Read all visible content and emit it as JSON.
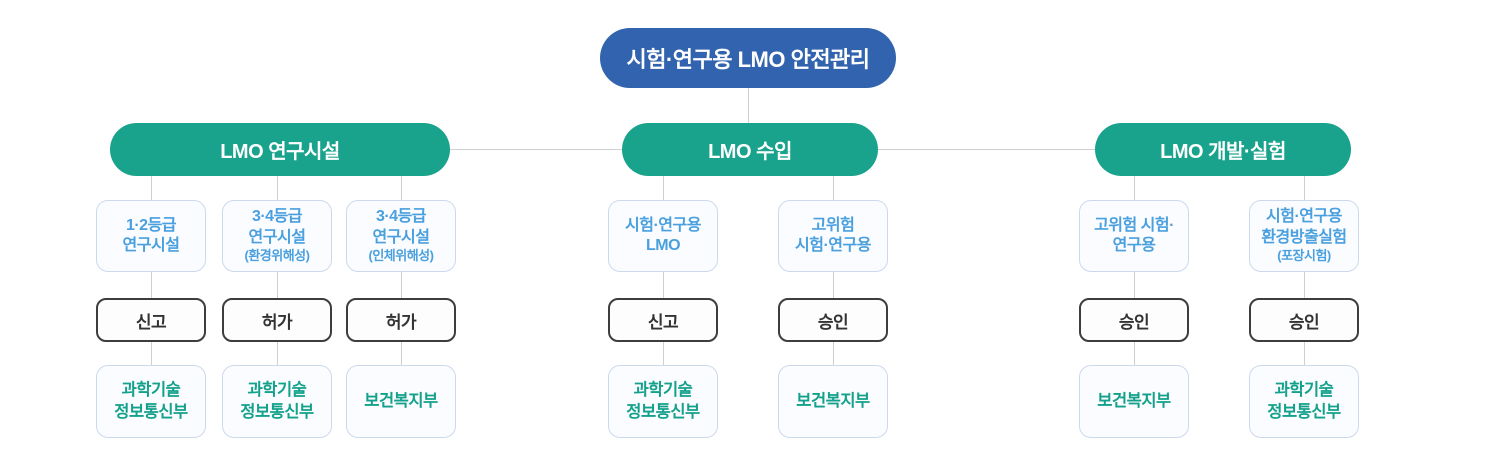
{
  "root": {
    "label": "시험·연구용 LMO 안전관리"
  },
  "groups": [
    {
      "label": "LMO 연구시설",
      "columns": [
        {
          "item": "1·2등급\n연구시설",
          "note": "",
          "action": "신고",
          "dept": "과학기술\n정보통신부"
        },
        {
          "item": "3·4등급\n연구시설",
          "note": "(환경위해성)",
          "action": "허가",
          "dept": "과학기술\n정보통신부"
        },
        {
          "item": "3·4등급\n연구시설",
          "note": "(인체위해성)",
          "action": "허가",
          "dept": "보건복지부"
        }
      ]
    },
    {
      "label": "LMO 수입",
      "columns": [
        {
          "item": "시험·연구용\nLMO",
          "note": "",
          "action": "신고",
          "dept": "과학기술\n정보통신부"
        },
        {
          "item": "고위험\n시험·연구용",
          "note": "",
          "action": "승인",
          "dept": "보건복지부"
        }
      ]
    },
    {
      "label": "LMO 개발·실험",
      "columns": [
        {
          "item": "고위험 시험·\n연구용",
          "note": "",
          "action": "승인",
          "dept": "보건복지부"
        },
        {
          "item": "시험·연구용\n환경방출실험",
          "note": "(포장시험)",
          "action": "승인",
          "dept": "과학기술\n정보통신부"
        }
      ]
    }
  ],
  "colors": {
    "root_pill": "#3263ae",
    "group_pill": "#1aa38c",
    "item_text": "#4aa0de",
    "dept_text": "#14a18c",
    "action_text": "#333333",
    "action_border": "#3d3d3d",
    "box_border": "#ccd9ed",
    "box_bg": "#fbfcff",
    "connector": "#cfcfcf"
  }
}
